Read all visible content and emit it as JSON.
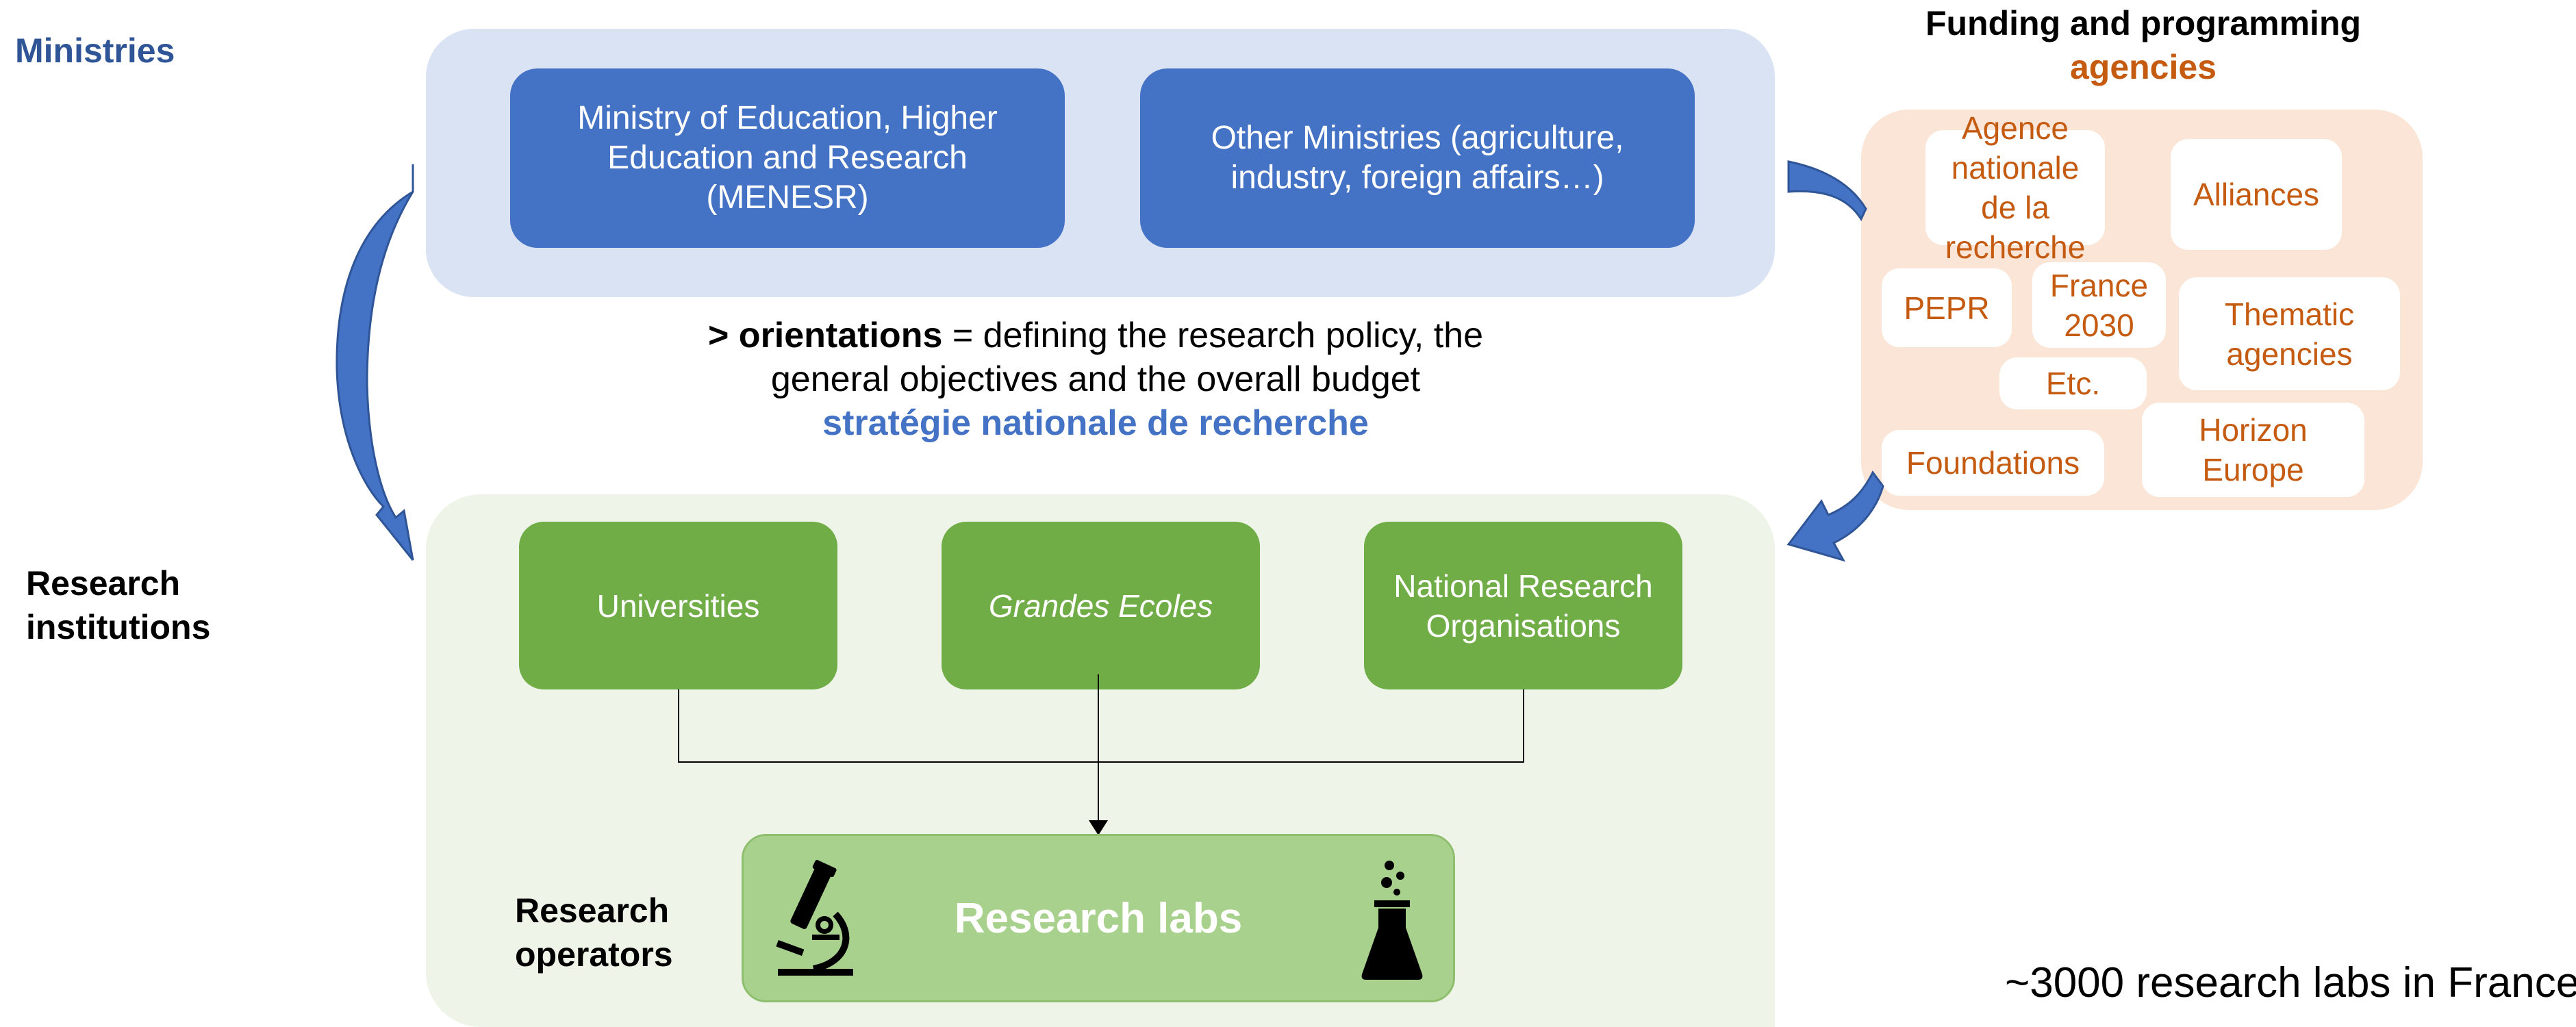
{
  "ministries": {
    "label": "Ministries",
    "boxes": [
      "Ministry of Education, Higher Education and Research (MENESR)",
      "Other Ministries (agriculture, industry, foreign affairs…)"
    ]
  },
  "orientations": {
    "bold": "> orientations",
    "text_1": " = defining the research policy, the",
    "text_2": "general objectives and the overall budget",
    "strategy": "stratégie nationale de recherche"
  },
  "funding": {
    "title_line1": "Funding and programming",
    "title_line2": "agencies",
    "items": {
      "anr": "Agence nationale de la recherche",
      "alliances": "Alliances",
      "pepr": "PEPR",
      "france2030": "France 2030",
      "thematic": "Thematic agencies",
      "etc": "Etc.",
      "foundations": "Foundations",
      "horizon": "Horizon Europe"
    }
  },
  "institutions": {
    "label": "Research institutions",
    "boxes": [
      "Universities",
      "Grandes Ecoles",
      "National Research Organisations"
    ]
  },
  "operators": {
    "label": "Research operators",
    "labs": "Research labs"
  },
  "footnote": "~3000 research labs in France",
  "colors": {
    "ministry_panel": "#DAE3F3",
    "ministry_box": "#4472C4",
    "institution_panel": "#EEF5E8",
    "institution_box": "#70AD47",
    "labs_box": "#A9D18E",
    "agency_panel": "#FBE5D6",
    "agency_text": "#C55A11",
    "ministries_label": "#2F5597",
    "strategy_text": "#4472C4"
  },
  "icons": [
    "microscope-icon",
    "flask-icon",
    "curved-arrow-icon"
  ]
}
